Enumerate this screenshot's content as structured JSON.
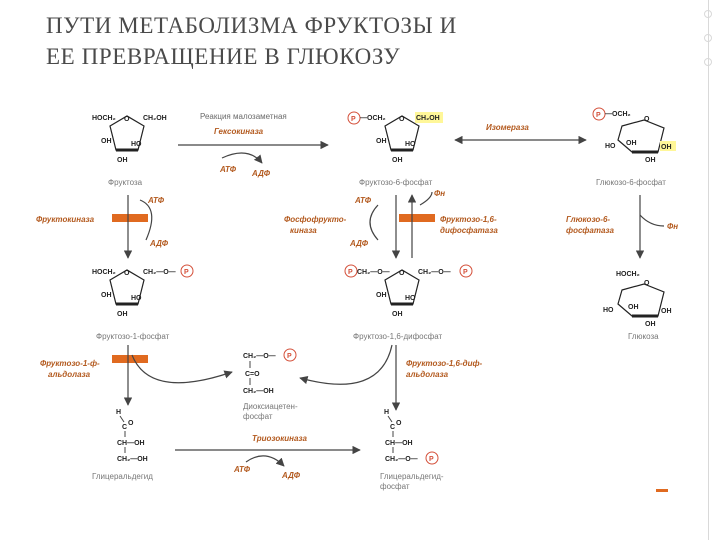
{
  "title": {
    "line1": "ПУТИ МЕТАБОЛИЗМА ФРУКТОЗЫ И",
    "line2": "ЕЕ ПРЕВРАЩЕНИЕ В ГЛЮКОЗУ"
  },
  "colors": {
    "enzyme": "#b35a1f",
    "bar": "#e06a20",
    "phosphate": "#d4503a",
    "highlight": "#fff799"
  },
  "diagram": {
    "reaction_muscle": "Реакция малозаметная",
    "enzymes": {
      "hexokinase": "Гексокиназа",
      "isomerase": "Изомераза",
      "fructokinase": "Фруктокиназа",
      "pfk_1": "Фосфофрукто-",
      "pfk_2": "киназа",
      "fbpase_1": "Фруктозо-1,6-",
      "fbpase_2": "дифосфатаза",
      "g6pase_1": "Глюкозо-6-",
      "g6pase_2": "фосфатаза",
      "f1p_aldolase_1": "Фруктозо-1-ф-",
      "f1p_aldolase_2": "альдолаза",
      "fbp_aldolase_1": "Фруктозо-1,6-диф-",
      "fbp_aldolase_2": "альдолаза",
      "triosekinase": "Триозокиназа"
    },
    "cofactors": {
      "atp": "АТФ",
      "adp": "АДФ",
      "pi": "Фн",
      "phosphate": "P"
    },
    "compounds": {
      "fructose": "Фруктоза",
      "f6p": "Фруктозо-6-фосфат",
      "g6p": "Глюкозо-6-фосфат",
      "f1p": "Фруктозо-1-фосфат",
      "f16bp": "Фруктозо-1,6-дифосфат",
      "glucose": "Глюкоза",
      "dhap_1": "Диоксиацетен-",
      "dhap_2": "фосфат",
      "glyceraldehyde": "Глицеральдегид",
      "gap_1": "Глицеральдегид-",
      "gap_2": "фосфат"
    },
    "formula": {
      "hoch2": "HOCH₂",
      "ch2oh": "CH₂OH",
      "ho": "HO",
      "oh": "OH",
      "o": "O",
      "ch2o": "CH₂—O—",
      "p_och2": "—OCH₂",
      "ch2_o_p": "CH₂—O—",
      "c_eq_o": "C=O",
      "ch2oh_chain": "CH₂—OH",
      "h": "H",
      "c": "C",
      "ch_oh": "CH—OH",
      "ch2_o": "CH₂—O—"
    }
  }
}
